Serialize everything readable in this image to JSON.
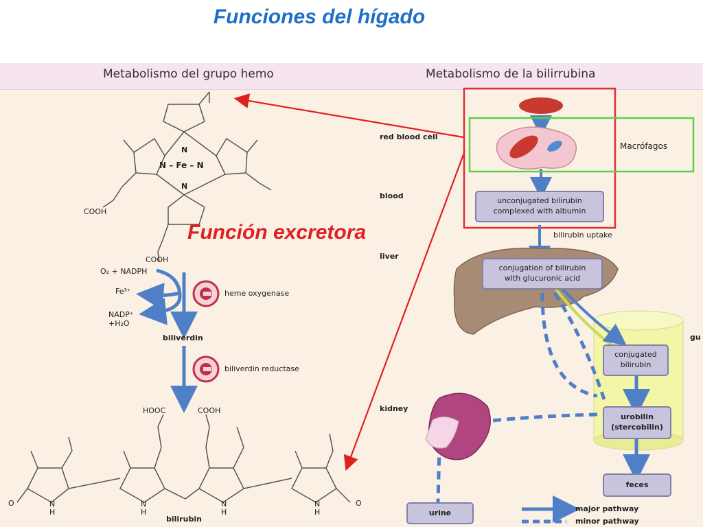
{
  "slide": {
    "title": "Funciones del hígado"
  },
  "panels": {
    "left_header": "Metabolismo del grupo hemo",
    "right_header": "Metabolismo de la bilirrubina"
  },
  "callouts": {
    "excretory_function": "Función excretora",
    "macrophages": "Macrófagos"
  },
  "heme_pathway": {
    "cooh_1": "COOH",
    "cooh_2": "COOH",
    "fe_center": "N – Fe – N",
    "n_top": "N",
    "n_bottom": "N",
    "inputs": "O₂ + NADPH",
    "fe3": "Fe³⁺",
    "outputs": "NADP⁺\n+H₂O",
    "enzyme_1": "heme oxygenase",
    "intermediate": "biliverdin",
    "enzyme_2": "biliverdin reductase",
    "hooc": "HOOC",
    "cooh_3": "COOH",
    "nh_1": "N\nH",
    "nh_2": "N\nH",
    "nh_3": "N\nH",
    "nh_4": "N\nH",
    "o_left": "O",
    "o_right": "O",
    "product": "bilirubin"
  },
  "bilirubin_pathway": {
    "rows": [
      "red blood cell",
      "blood",
      "liver",
      "kidney"
    ],
    "gut_label": "gu",
    "unconjugated": "unconjugated bilirubin\ncomplexed with albumin",
    "uptake": "bilirubin uptake",
    "conjugation": "conjugation of bilirubin\nwith glucuronic acid",
    "conjugated": "conjugated\nbilirubin",
    "urobilin": "urobilin\n(stercobilin)",
    "feces": "feces",
    "urine": "urine",
    "legend_major": "major pathway",
    "legend_minor": "minor pathway"
  },
  "colors": {
    "title_blue": "#1f6fc7",
    "callout_red": "#e02020",
    "arrow_blue": "#4f7fc6",
    "box_fill": "#c8c4de",
    "highlight_red_box": "#e03030",
    "highlight_green_box": "#5ccf4a"
  }
}
